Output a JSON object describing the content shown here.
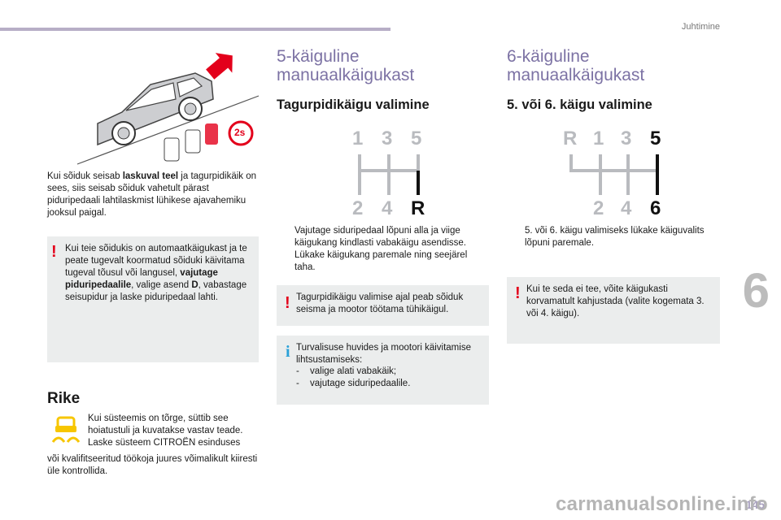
{
  "header": {
    "section": "Juhtimine"
  },
  "chapter_number": "6",
  "page_number": "145",
  "watermark": "carmanualsonline.info",
  "col1": {
    "intro": [
      "Kui sõiduk seisab ",
      "laskuval teel",
      " ja tagurpidikäik on sees, siis seisab sõiduk vahetult pärast piduripedaali lahtilaskmist lühikese ajavahemiku jooksul paigal."
    ],
    "warning": [
      "Kui teie sõidukis on automaatkäigukast ja te peate tugevalt koormatud sõiduki käivitama tugeval tõusul või langusel, ",
      "vajutage piduripedaalile",
      ", valige asend ",
      "D",
      ", vabastage seisupidur ja laske piduripedaal lahti."
    ],
    "illustration_badge": "2s",
    "rike_title": "Rike",
    "rike_text": "Kui süsteemis on tõrge, süttib see hoiatustuli ja kuvatakse vastav teade. Laske süsteem CITROËN esinduses",
    "rike_text2": "või kvalifitseeritud töökoja juures võimalikult kiiresti üle kontrollida."
  },
  "col2": {
    "title": "5-käiguline manuaalkäigukast",
    "subtitle": "Tagurpidikäigu valimine",
    "diagram": {
      "top": [
        "1",
        "3",
        "5"
      ],
      "bottom": [
        "2",
        "4",
        "R"
      ]
    },
    "bullets": [
      "Vajutage siduripedaal lõpuni alla ja viige käigukang kindlasti vabakäigu asendisse.",
      "Lükake käigukang paremale ning seejärel taha."
    ],
    "bullet_mark": "",
    "warning": "Tagurpidikäigu valimise ajal peab sõiduk seisma ja mootor töötama tühikäigul.",
    "info": [
      "Turvalisuse huvides ja mootori käivitamise lihtsustamiseks:",
      "valige alati vabakäik;",
      "vajutage siduripedaalile."
    ],
    "dash": "-"
  },
  "col3": {
    "title": "6-käiguline manuaalkäigukast",
    "subtitle": "5. või 6. käigu valimine",
    "diagram": {
      "top": [
        "R",
        "1",
        "3",
        "5"
      ],
      "bottom": [
        "2",
        "4",
        "6"
      ]
    },
    "bullet": "5. või 6. käigu valimiseks lükake käiguvalits lõpuni paremale.",
    "warning": "Kui te seda ei tee, võite käigukasti korvamatult kahjustada (valite kogemata 3. või 4. käigu)."
  },
  "icons": {
    "excl_mark": "!",
    "info_mark": "i"
  },
  "colors": {
    "title_purple": "#7c72a4",
    "gear_grey": "#b9bbbf",
    "warning_red": "#e3001b",
    "info_blue": "#2aa1d8",
    "warning_yellow": "#f7c600"
  }
}
